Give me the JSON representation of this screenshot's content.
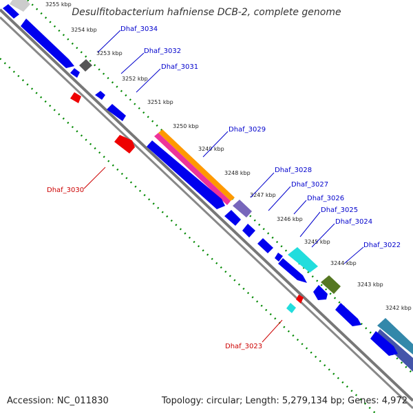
{
  "title": "Desulfitobacterium hafniense DCB-2, complete genome",
  "accession": "Accession: NC_011830",
  "topology": "Topology: circular; Length: 5,279,134 bp; Genes: 4,972",
  "colors": {
    "backbone": "#777777",
    "cds": "#0000ee",
    "gc_plus": "#008800",
    "red_gene": "#ee0000",
    "label_forward": "#0000cc",
    "label_reverse": "#cc0000"
  },
  "ticks": [
    "3255 kbp",
    "3254 kbp",
    "3253 kbp",
    "3252 kbp",
    "3251 kbp",
    "3250 kbp",
    "3249 kbp",
    "3248 kbp",
    "3247 kbp",
    "3246 kbp",
    "3245 kbp",
    "3244 kbp",
    "3243 kbp",
    "3242 kbp"
  ],
  "gene_labels": [
    {
      "text": "Dhaf_3034",
      "strand": "forward"
    },
    {
      "text": "Dhaf_3032",
      "strand": "forward"
    },
    {
      "text": "Dhaf_3031",
      "strand": "forward"
    },
    {
      "text": "Dhaf_3029",
      "strand": "forward"
    },
    {
      "text": "Dhaf_3030",
      "strand": "reverse"
    },
    {
      "text": "Dhaf_3028",
      "strand": "forward"
    },
    {
      "text": "Dhaf_3027",
      "strand": "forward"
    },
    {
      "text": "Dhaf_3026",
      "strand": "forward"
    },
    {
      "text": "Dhaf_3025",
      "strand": "forward"
    },
    {
      "text": "Dhaf_3024",
      "strand": "forward"
    },
    {
      "text": "Dhaf_3022",
      "strand": "forward"
    },
    {
      "text": "Dhaf_3023",
      "strand": "reverse"
    }
  ]
}
